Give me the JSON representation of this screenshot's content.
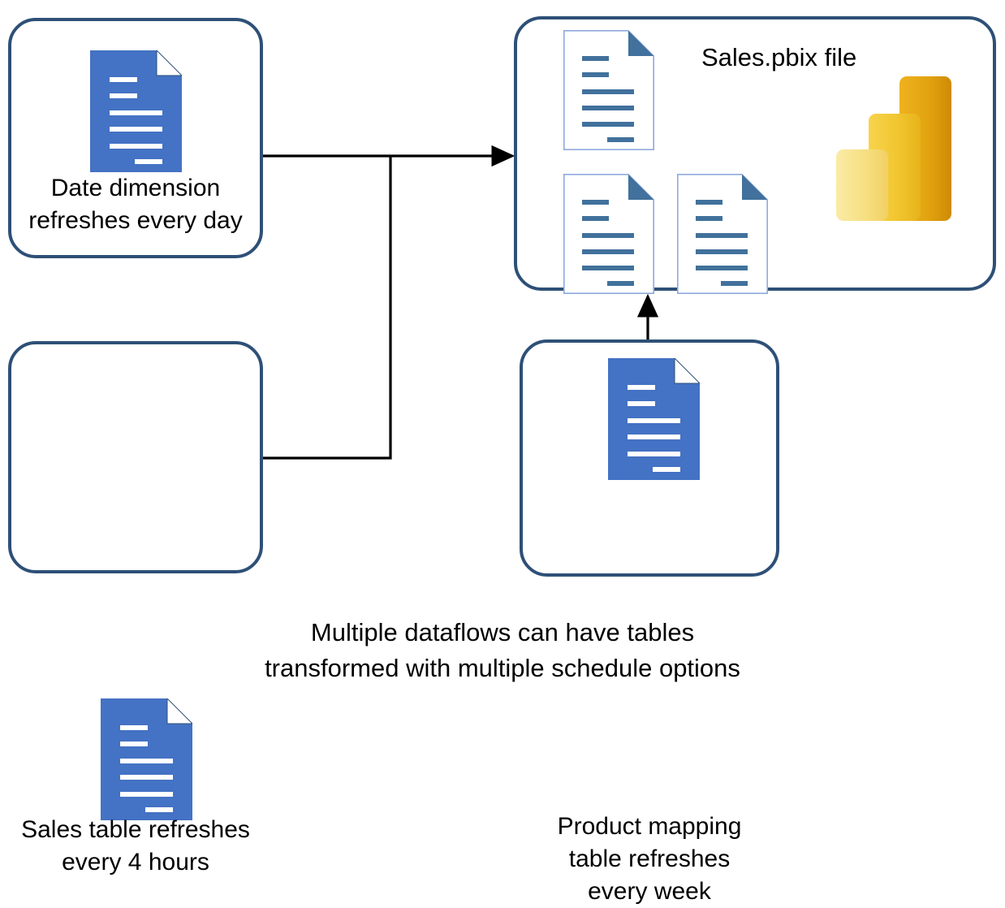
{
  "diagram": {
    "title": "Multiple dataflows into a Sales.pbix file",
    "colors": {
      "box_border": "#2E5077",
      "doc_fill_blue": "#4472C4",
      "doc_outline_blue": "#41719C",
      "doc_line_blue": "#41719C",
      "connector_black": "#000000",
      "pbi_bar_light": "#F6DF80",
      "pbi_bar_mid": "#F0C22E",
      "pbi_bar_dark": "#E0A00A"
    },
    "nodes": [
      {
        "id": "date-dimension",
        "label": "Date dimension\nrefreshes every day",
        "icon": "document-filled-icon"
      },
      {
        "id": "sales-table",
        "label": "Sales table refreshes\nevery 4 hours",
        "icon": "document-filled-icon"
      },
      {
        "id": "product-mapping",
        "label": "Product mapping\ntable refreshes\nevery week",
        "icon": "document-filled-icon"
      },
      {
        "id": "sales-pbix",
        "label": "Sales.pbix file",
        "icon": "powerbi-logo-icon",
        "documents": [
          "document-outline-icon",
          "document-outline-icon",
          "document-outline-icon"
        ]
      }
    ],
    "connectors": [
      {
        "id": "date-to-pbix",
        "from": "date-dimension",
        "to": "sales-pbix",
        "arrow": "right"
      },
      {
        "id": "sales-to-pbix",
        "from": "sales-table",
        "to": "sales-pbix",
        "arrow": "right"
      },
      {
        "id": "product-to-pbix",
        "from": "product-mapping",
        "to": "sales-pbix",
        "arrow": "up"
      }
    ],
    "caption": "Multiple dataflows can have tables\ntransformed with multiple schedule options"
  }
}
